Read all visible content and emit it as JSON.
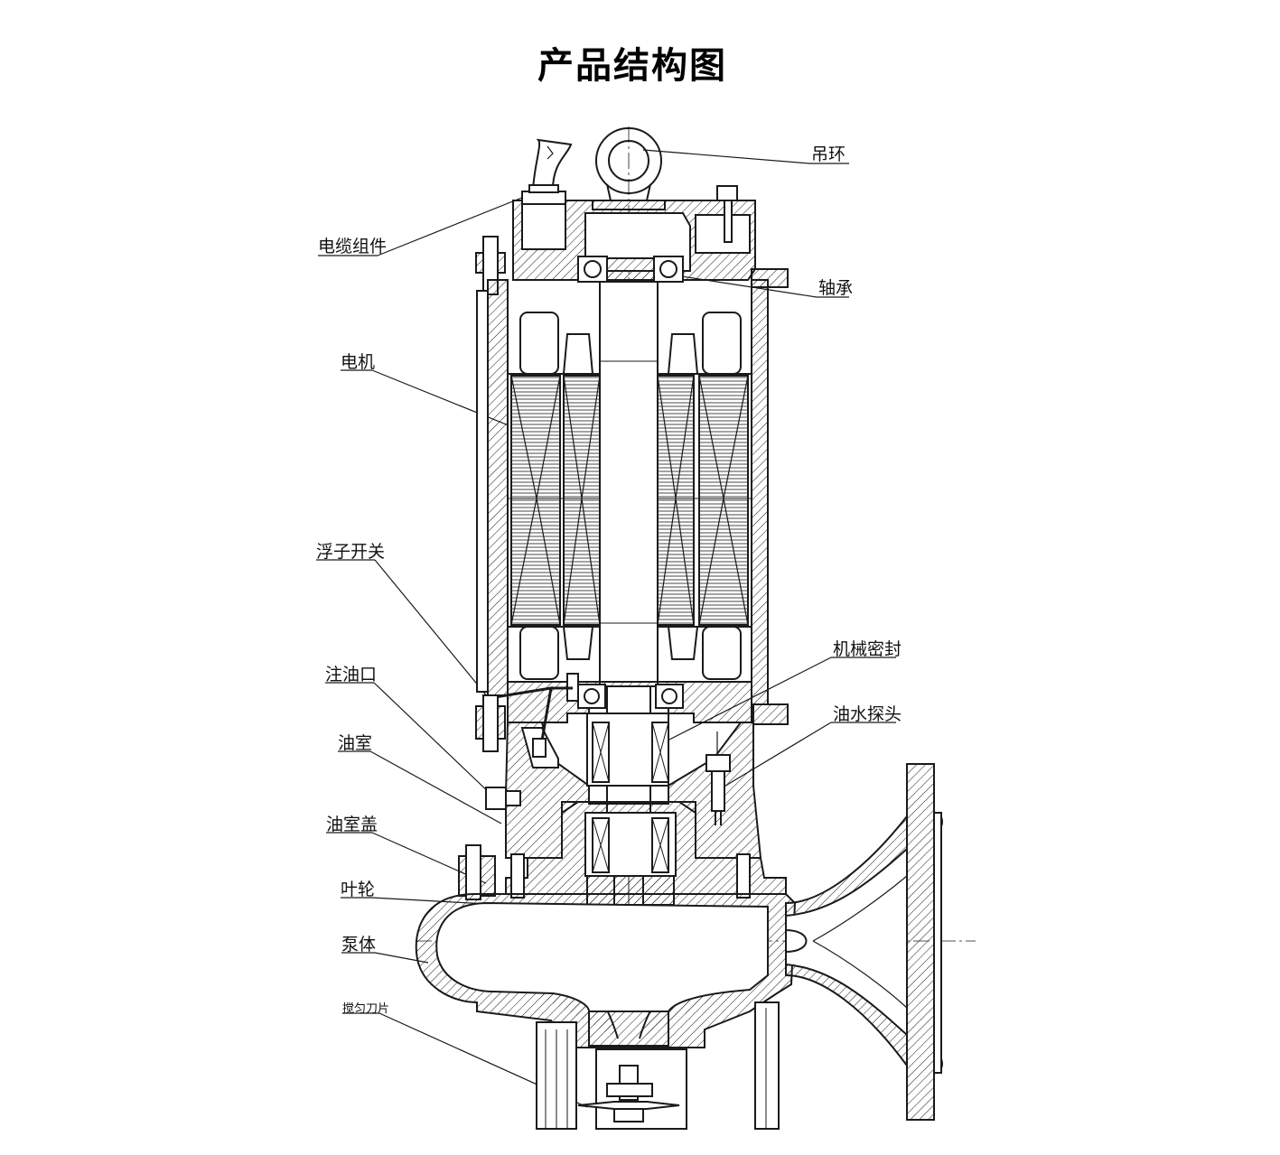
{
  "title": "产品结构图",
  "labels": {
    "lifting_ring": "吊环",
    "cable_assembly": "电缆组件",
    "bearing": "轴承",
    "motor": "电机",
    "float_switch": "浮子开关",
    "mechanical_seal": "机械密封",
    "oil_fill_port": "注油口",
    "oil_water_probe": "油水探头",
    "oil_chamber": "油室",
    "oil_chamber_cover": "油室盖",
    "impeller": "叶轮",
    "pump_body": "泵体",
    "stirring_blade": "搅匀刀片"
  },
  "colors": {
    "line": "#1a1a1a",
    "background": "#ffffff"
  }
}
